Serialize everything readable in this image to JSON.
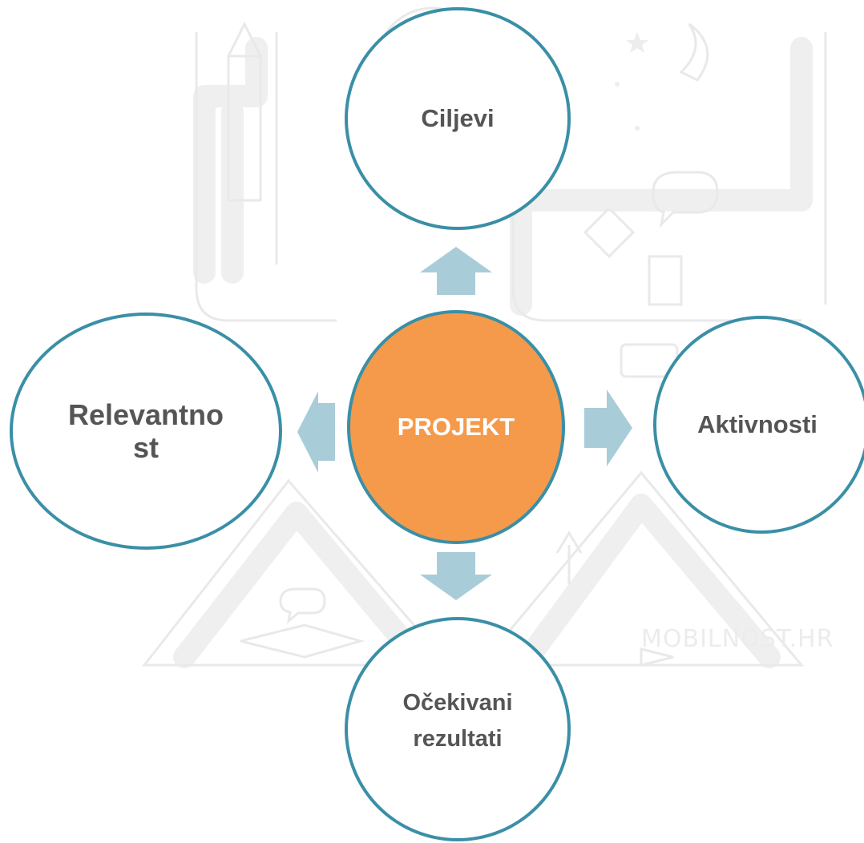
{
  "diagram": {
    "center": {
      "label": "PROJEKT"
    },
    "nodes": {
      "top": {
        "label": "Ciljevi"
      },
      "left": {
        "label": "Relevantno\nst"
      },
      "right": {
        "label": "Aktivnosti"
      },
      "bottom": {
        "label": "Očekivani\nrezultati"
      }
    }
  },
  "watermark": {
    "text": "MOBILNOST.HR"
  },
  "colors": {
    "circle_border": "#3a8fa6",
    "center_fill": "#f59a4a",
    "arrow_fill": "#a9ccd9",
    "label_text": "#555555",
    "center_text": "#ffffff",
    "background_art": "#eeeeee"
  }
}
